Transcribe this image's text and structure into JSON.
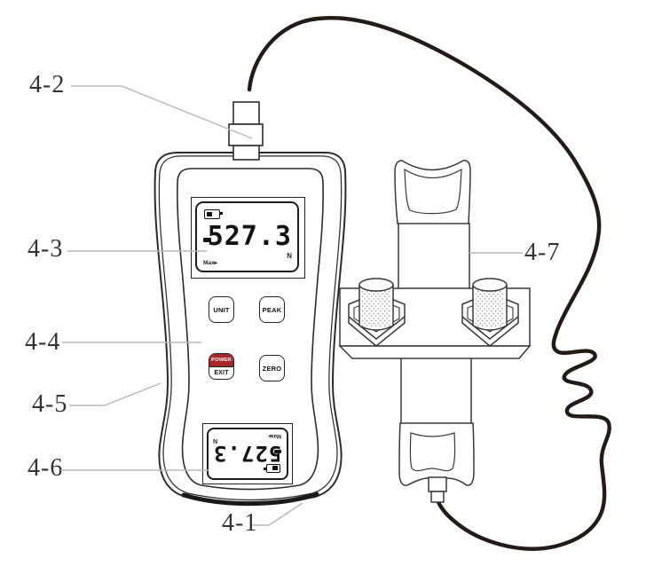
{
  "callouts": [
    {
      "label": "4-1"
    },
    {
      "label": "4-2"
    },
    {
      "label": "4-3"
    },
    {
      "label": "4-4"
    },
    {
      "label": "4-5"
    },
    {
      "label": "4-6"
    },
    {
      "label": "4-7"
    }
  ],
  "device": {
    "display": {
      "sign": "-",
      "value": "527.3",
      "unit": "N",
      "mode": "Max▸"
    },
    "buttons": [
      {
        "label": "UNIT"
      },
      {
        "label": "PEAK"
      },
      {
        "label": "POWER",
        "sublabel": "EXIT"
      },
      {
        "label": "ZERO"
      }
    ]
  },
  "icons": {
    "battery": "battery-icon",
    "connector": "cable-connector",
    "sensor": "external-load-cell"
  },
  "colors": {
    "power_button": "#a8262b",
    "outline": "#2b2b2b",
    "leader_line": "#b8b8b8",
    "cable": "#241a16",
    "lcd_text": "#141414"
  }
}
